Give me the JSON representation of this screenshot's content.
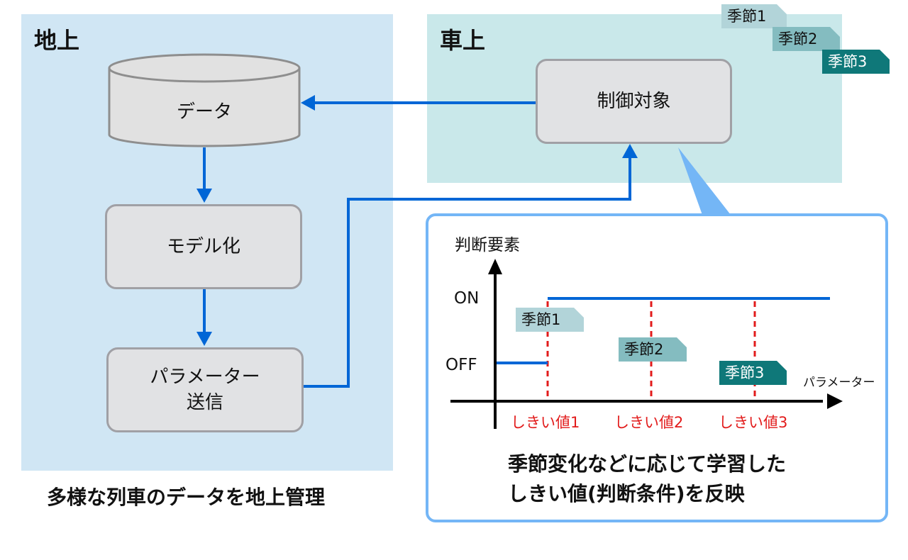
{
  "zones": {
    "ground": {
      "title": "地上",
      "caption": "多様な列車のデータを地上管理"
    },
    "vehicle": {
      "title": "車上"
    }
  },
  "nodes": {
    "data": "データ",
    "model": "モデル化",
    "param_send_line1": "パラメーター",
    "param_send_line2": "送信",
    "control_target": "制御対象"
  },
  "season_tags": [
    "季節1",
    "季節2",
    "季節3"
  ],
  "callout": {
    "caption_line1": "季節変化などに応じて学習した",
    "caption_line2": "しきい値(判断条件)を反映"
  },
  "colors": {
    "arrow": "#0066d6",
    "threshold": "#e21b1b",
    "season1": "#b2d4d9",
    "season2": "#84bcc0",
    "season3": "#0f7879"
  },
  "chart_data": {
    "type": "line",
    "title": "",
    "ylabel": "判断要素",
    "xlabel": "パラメーター",
    "y_levels": [
      "OFF",
      "ON"
    ],
    "thresholds": [
      {
        "label": "しきい値1",
        "season": "季節1",
        "position": 1
      },
      {
        "label": "しきい値2",
        "season": "季節2",
        "position": 2
      },
      {
        "label": "しきい値3",
        "season": "季節3",
        "position": 3
      }
    ],
    "series": [
      {
        "name": "OFF segment",
        "state": "OFF",
        "x_range": [
          0,
          1
        ]
      },
      {
        "name": "ON segment",
        "state": "ON",
        "x_range": [
          1,
          4
        ]
      }
    ],
    "grid": false
  }
}
